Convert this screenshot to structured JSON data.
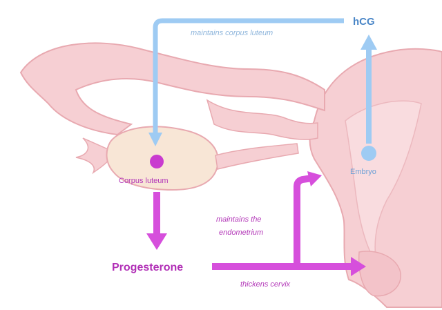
{
  "labels": {
    "hcg": "hCG",
    "maintains_corpus_luteum": "maintains corpus luteum",
    "corpus_luteum": "Corpus luteum",
    "embryo": "Embryo",
    "maintains_endometrium_line1": "maintains the",
    "maintains_endometrium_line2": "endometrium",
    "progesterone": "Progesterone",
    "thickens_cervix": "thickens cervix"
  },
  "colors": {
    "blue_arrow": "#9ecbf3",
    "magenta_arrow": "#d64fdc",
    "organ_fill": "#f6cfd3",
    "organ_outline": "#e8a9b0",
    "ovary_fill": "#f8e6d6"
  }
}
